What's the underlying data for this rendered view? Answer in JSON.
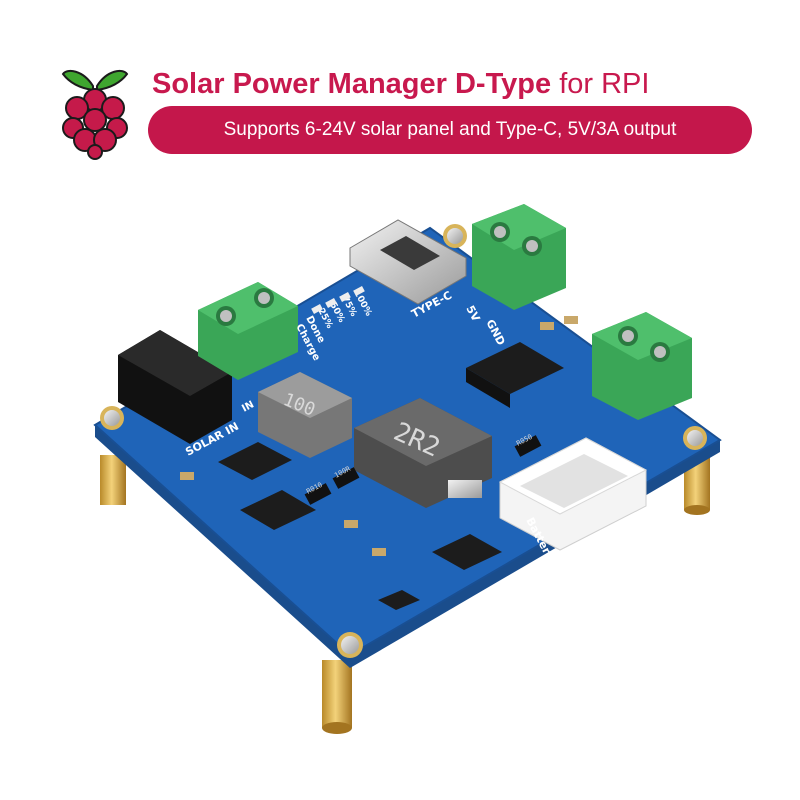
{
  "header": {
    "title_bold": "Solar Power Manager D-Type",
    "title_light": "for RPI",
    "subtitle": "Supports 6-24V solar panel and Type-C, 5V/3A output",
    "logo_icon": "raspberry-pi-logo-icon",
    "title_color": "#c8194e",
    "pill_color": "#c4174b"
  },
  "board": {
    "pcb_color": "#1f64b8",
    "silkscreen": {
      "solar_in": "SOLAR IN",
      "type_c": "TYPE-C",
      "five_v": "5V",
      "gnd": "GND",
      "battery": "Battery 3.7V",
      "done": "Done",
      "charge": "Charge",
      "pct_25": "25%",
      "pct_50": "50%",
      "pct_75": "75%",
      "pct_100": "100%",
      "in": "IN"
    },
    "inductor_small": "100",
    "inductor_large": "2R2",
    "resistor_a": "R010",
    "resistor_b": "100R",
    "resistor_c": "R050"
  }
}
